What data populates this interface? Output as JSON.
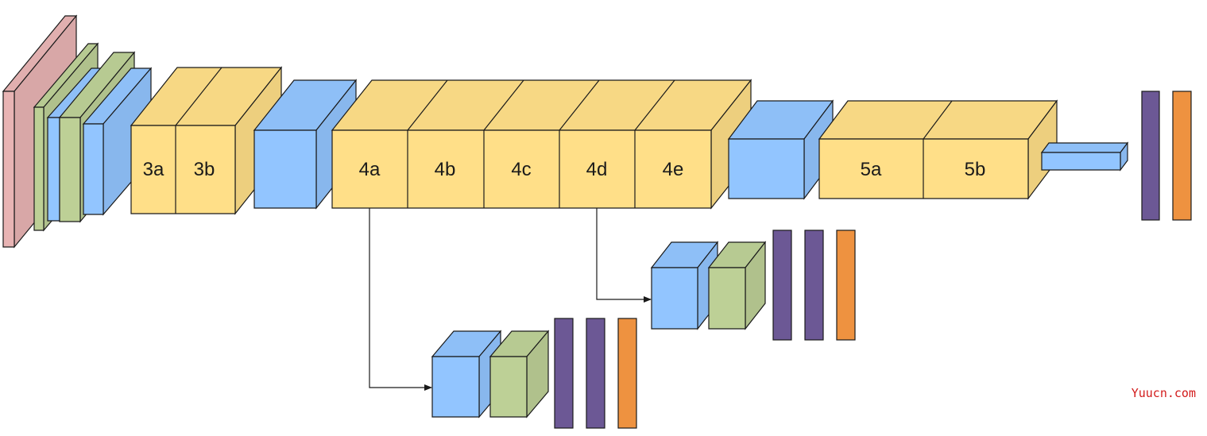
{
  "colors": {
    "pink": "#E8B4B4",
    "green": "#BDD096",
    "blue": "#92C5FF",
    "yellow": "#FFDF88",
    "purple": "#6C5895",
    "orange": "#EE9240",
    "connector": "#1a1a1a"
  },
  "labels": {
    "block_3a": "3a",
    "block_3b": "3b",
    "block_4a": "4a",
    "block_4b": "4b",
    "block_4c": "4c",
    "block_4d": "4d",
    "block_4e": "4e",
    "block_5a": "5a",
    "block_5b": "5b"
  },
  "watermark": "Yuucn.com"
}
